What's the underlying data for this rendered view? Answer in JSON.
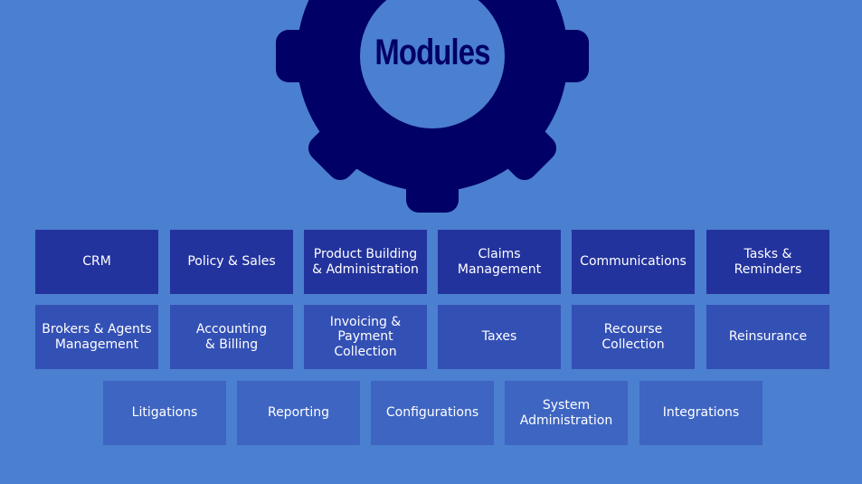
{
  "title": "Modules",
  "colors": {
    "background": "#4b7fd0",
    "gear": "#000066",
    "row1": "#23339d",
    "row2": "#3350b5",
    "row3": "#3e65c2"
  },
  "rows": [
    [
      "CRM",
      "Policy & Sales",
      "Product Building\n& Administration",
      "Claims\nManagement",
      "Communications",
      "Tasks &\nReminders"
    ],
    [
      "Brokers & Agents\nManagement",
      "Accounting\n& Billing",
      "Invoicing &\nPayment Collection",
      "Taxes",
      "Recourse\nCollection",
      "Reinsurance"
    ],
    [
      "Litigations",
      "Reporting",
      "Configurations",
      "System\nAdministration",
      "Integrations"
    ]
  ]
}
